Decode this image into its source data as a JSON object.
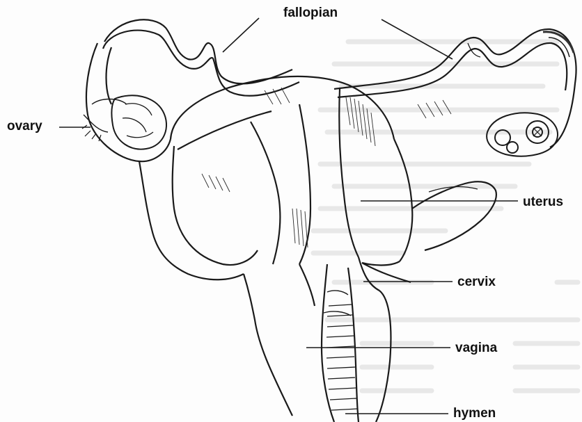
{
  "labels": {
    "fallopian": "fallopian",
    "ovary": "ovary",
    "uterus": "uterus",
    "cervix": "cervix",
    "vagina": "vagina",
    "hymen": "hymen"
  },
  "colors": {
    "background": "#fdfdfd",
    "ink": "#111111",
    "faint_text": "#dcdcdc"
  }
}
